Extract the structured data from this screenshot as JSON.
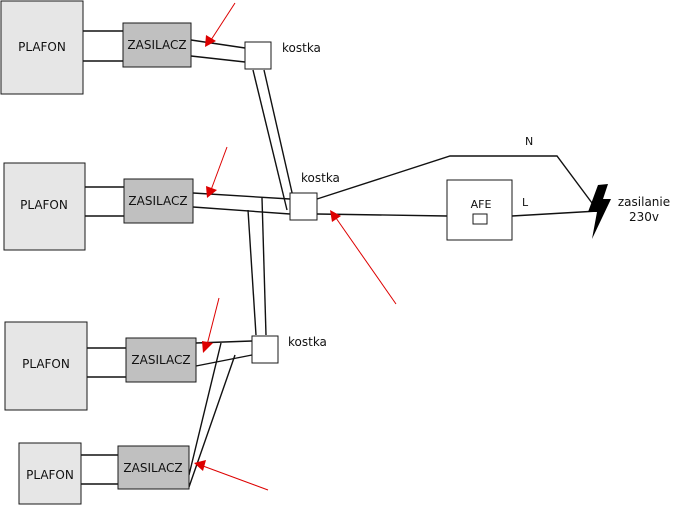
{
  "labels": {
    "plafon": "PLAFON",
    "zasilacz": "ZASILACZ",
    "kostka": "kostka",
    "afe": "AFE",
    "neutral": "N",
    "live": "L",
    "supply_line1": "zasilanie",
    "supply_line2": "230v"
  },
  "colors": {
    "plafon_fill": "#e6e6e6",
    "zasilacz_fill": "#c0c0c0",
    "arrow": "#dd0000",
    "wire": "#111111"
  },
  "icons": {
    "supply": "lightning-bolt-icon"
  }
}
